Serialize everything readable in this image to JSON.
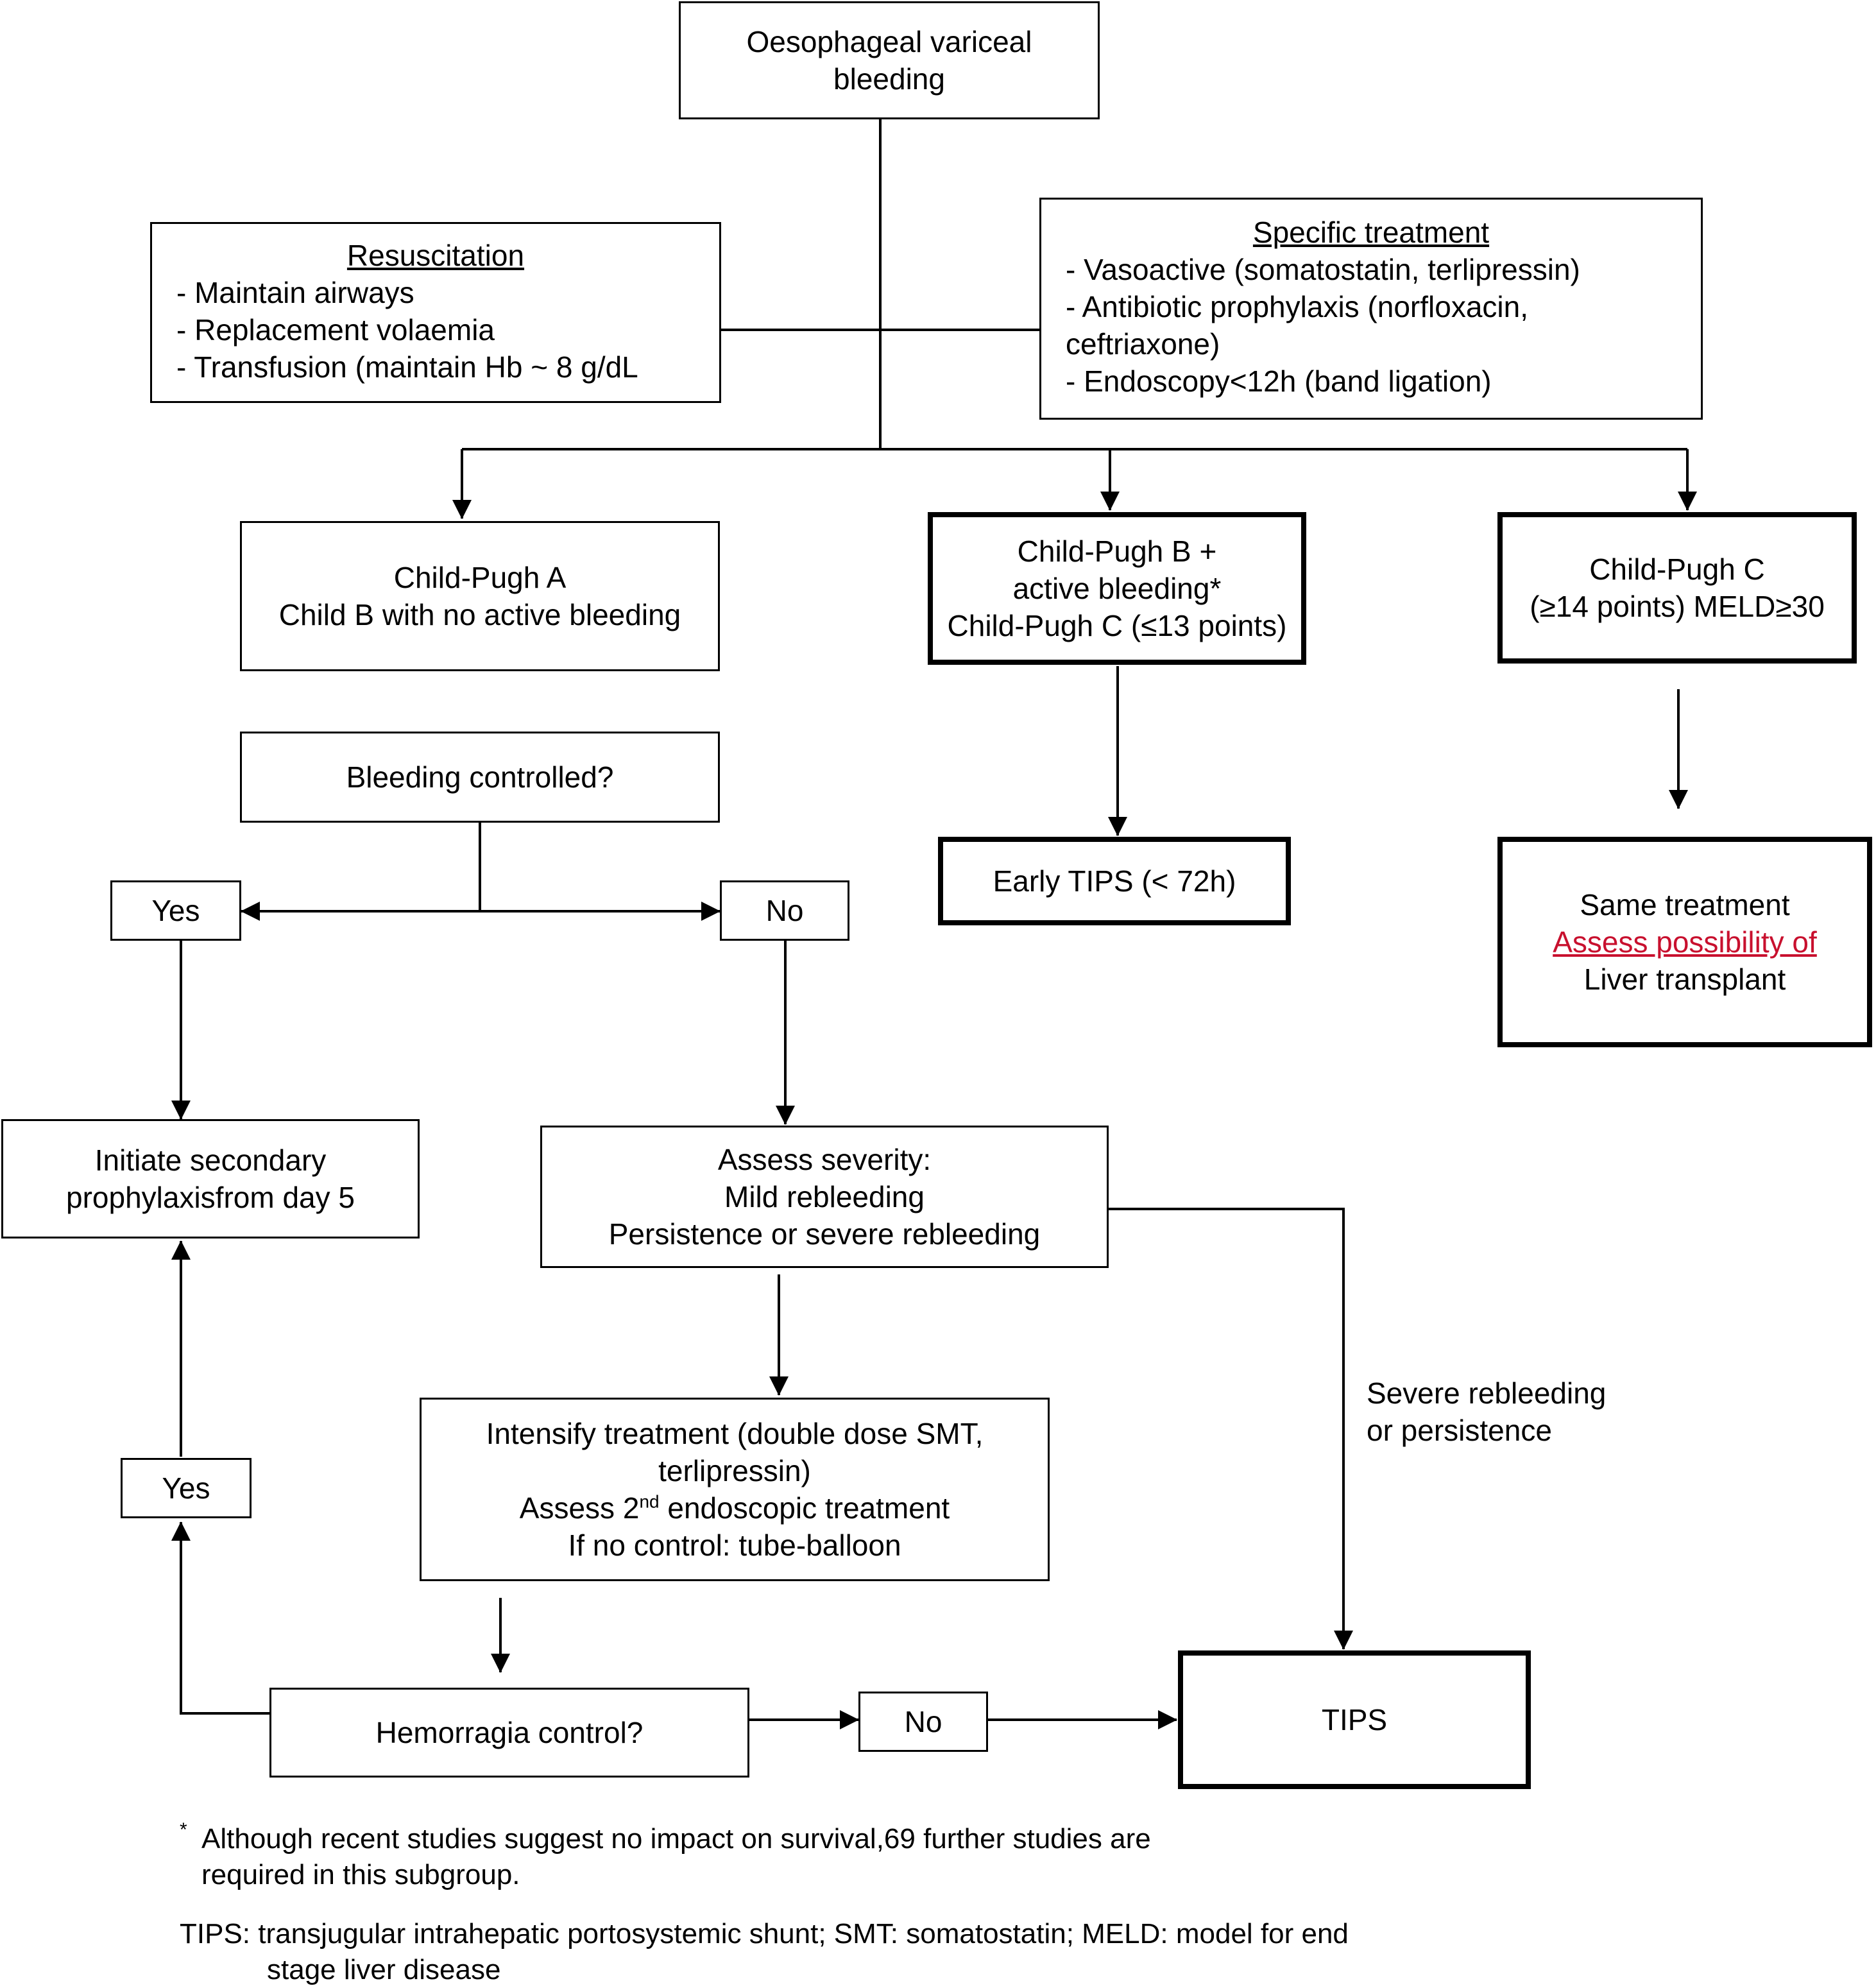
{
  "nodes": {
    "start": {
      "line1": "Oesophageal variceal",
      "line2": "bleeding"
    },
    "resuscitation": {
      "title": "Resuscitation",
      "items": [
        "- Maintain airways",
        "- Replacement volaemia",
        "- Transfusion (maintain Hb ~ 8 g/dL"
      ]
    },
    "specific": {
      "title": "Specific treatment",
      "items": [
        "- Vasoactive (somatostatin, terlipressin)",
        "- Antibiotic prophylaxis (norfloxacin,",
        "ceftriaxone)",
        "- Endoscopy<12h (band ligation)"
      ]
    },
    "cp_a": {
      "line1": "Child-Pugh A",
      "line2": "Child B with no active bleeding"
    },
    "cp_b": {
      "line1": "Child-Pugh B +",
      "line2": "active bleeding*",
      "line3": "Child-Pugh C (≤13 points)"
    },
    "cp_c": {
      "line1": "Child-Pugh C",
      "line2": "(≥14 points) MELD≥30"
    },
    "bleeding_controlled": "Bleeding controlled?",
    "yes1": "Yes",
    "no1": "No",
    "early_tips": "Early TIPS (< 72h)",
    "same_treatment": {
      "line1": "Same treatment",
      "line2": "Assess possibility of",
      "line3": "Liver transplant"
    },
    "secondary": {
      "line1": "Initiate secondary",
      "line2": "prophylaxisfrom day 5"
    },
    "assess_severity": {
      "line1": "Assess severity:",
      "line2": "Mild rebleeding",
      "line3": "Persistence or severe rebleeding"
    },
    "intensify": {
      "line1": "Intensify treatment (double dose SMT,",
      "line2": "terlipressin)",
      "line3_pre": "Assess 2",
      "line3_sup": "nd",
      "line3_post": " endoscopic treatment",
      "line4": "If no control: tube-balloon"
    },
    "yes2": "Yes",
    "hemorragia": "Hemorragia control?",
    "no2": "No",
    "tips": "TIPS"
  },
  "edge_labels": {
    "severe": [
      "Severe rebleeding",
      "or persistence"
    ]
  },
  "footnotes": {
    "star_mark": "*",
    "star_line1": "Although recent studies suggest no impact on survival,69 further studies are",
    "star_line2": "required in this subgroup.",
    "abbrev_line1": "TIPS: transjugular intrahepatic portosystemic shunt; SMT: somatostatin; MELD: model for end",
    "abbrev_line2": "stage liver disease"
  },
  "colors": {
    "line": "#000000",
    "highlight": "#c8102e"
  }
}
